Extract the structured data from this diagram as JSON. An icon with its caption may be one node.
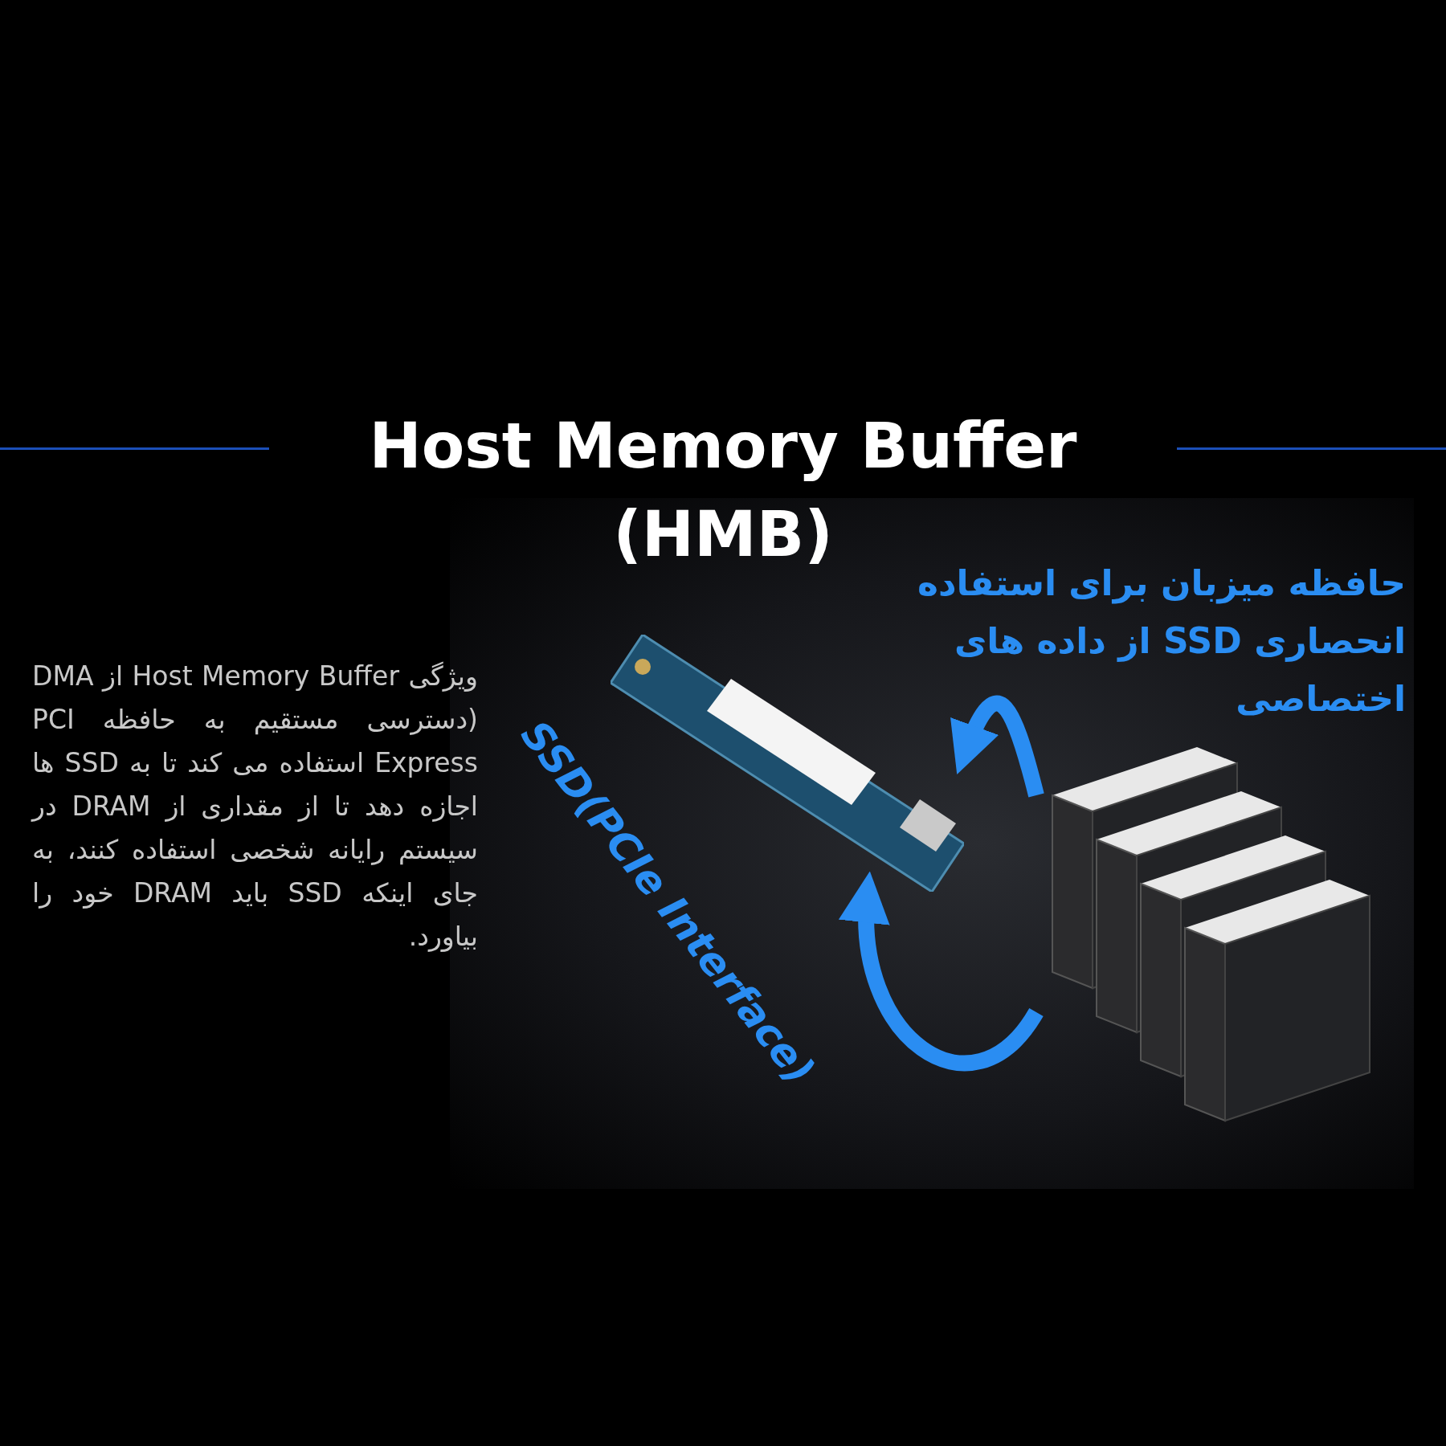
{
  "diagram": {
    "title": "Host Memory Buffer (HMB)",
    "nodes": [
      {
        "text": [],
        "shape": "picture",
        "beside": [
          "SSD(PCIe Interface)"
        ]
      },
      {
        "text": [],
        "shape": "picture"
      }
    ],
    "edges": [
      {
        "from": 1,
        "to": 0,
        "arrow": "to"
      },
      {
        "from": 1,
        "to": 0,
        "arrow": "to"
      }
    ],
    "labels": [
      "حافظه میزبان برای استفاده انحصاری SSD از داده های اختصاصی",
      "ویژگی Host Memory Buffer از DMA (دسترسی مستقیم به حافظه PCI Express استفاده می کند تا به SSD ها اجازه دهد تا از مقداری از DRAM در سیستم رایانه شخصی استفاده کنند، به جای اینکه SSD باید DRAM خود را بیاورد."
    ]
  }
}
